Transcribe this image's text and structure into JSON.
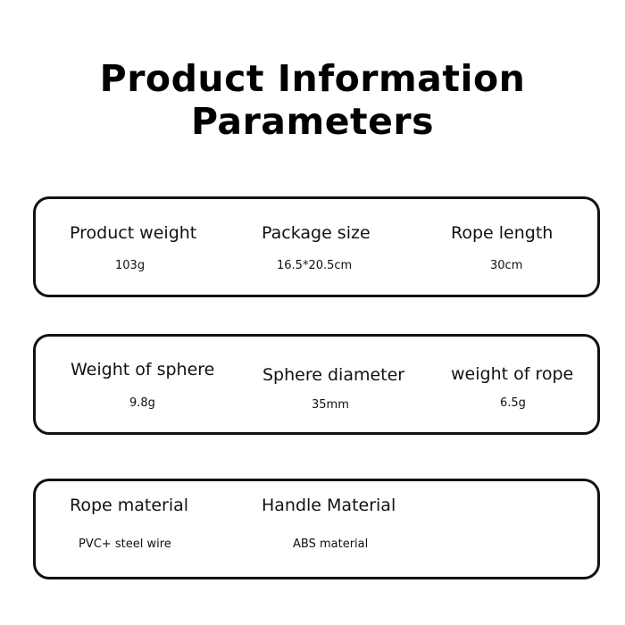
{
  "title": {
    "line1": "Product Information",
    "line2": "Parameters"
  },
  "cards": [
    {
      "params": [
        {
          "label": "Product weight",
          "value": "103g"
        },
        {
          "label": "Package size",
          "value": "16.5*20.5cm"
        },
        {
          "label": "Rope length",
          "value": "30cm"
        }
      ]
    },
    {
      "params": [
        {
          "label": "Weight of sphere",
          "value": "9.8g"
        },
        {
          "label": "Sphere diameter",
          "value": "35mm"
        },
        {
          "label": "weight of rope",
          "value": "6.5g"
        }
      ]
    },
    {
      "params": [
        {
          "label": "Rope material",
          "value": "PVC+ steel wire"
        },
        {
          "label": "Handle Material",
          "value": "ABS material"
        }
      ]
    }
  ]
}
